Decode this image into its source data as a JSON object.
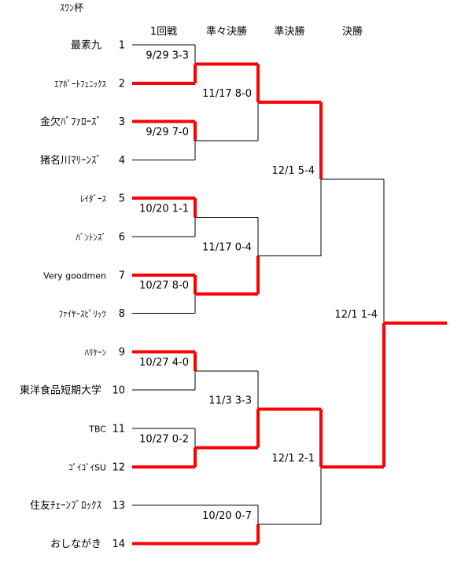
{
  "title": "ｽﾜﾝ杯",
  "round_headers": [
    "1回戦",
    "準々決勝",
    "準決勝",
    "決勝"
  ],
  "teams": [
    {
      "seed": "1",
      "name": "最素九"
    },
    {
      "seed": "2",
      "name": "ｴｱﾎﾟｰﾄﾌｪﾆｯｸｽ"
    },
    {
      "seed": "3",
      "name": "金欠ﾊﾞﾌｧﾛｰｽﾞ"
    },
    {
      "seed": "4",
      "name": "猪名川ﾏﾘｰﾝｽﾞ"
    },
    {
      "seed": "5",
      "name": "ﾚｲﾀﾞｰｽ"
    },
    {
      "seed": "6",
      "name": "ﾊﾞﾝﾄﾝｽﾞ"
    },
    {
      "seed": "7",
      "name": "Very goodmen"
    },
    {
      "seed": "8",
      "name": "ﾌｧｲﾔｰｽﾋﾟﾘｯﾂ"
    },
    {
      "seed": "9",
      "name": "ﾊﾘｹｰﾝ"
    },
    {
      "seed": "10",
      "name": "東洋食品短期大学"
    },
    {
      "seed": "11",
      "name": "TBC"
    },
    {
      "seed": "12",
      "name": "ｺﾞｲｺﾞｲSU"
    },
    {
      "seed": "13",
      "name": "住友ﾁｪｰﾝﾌﾞﾛｯｸｽ"
    },
    {
      "seed": "14",
      "name": "おしながき"
    }
  ],
  "matches": [
    {
      "id": "r1-1",
      "round": 1,
      "slots": [
        0,
        1
      ],
      "date": "9/29",
      "score": "3-3",
      "winner": 1
    },
    {
      "id": "r1-2",
      "round": 1,
      "slots": [
        2,
        3
      ],
      "date": "9/29",
      "score": "7-0",
      "winner": 0
    },
    {
      "id": "r1-3",
      "round": 1,
      "slots": [
        4,
        5
      ],
      "date": "10/20",
      "score": "1-1",
      "winner": 0
    },
    {
      "id": "r1-4",
      "round": 1,
      "slots": [
        6,
        7
      ],
      "date": "10/27",
      "score": "8-0",
      "winner": 0
    },
    {
      "id": "r1-5",
      "round": 1,
      "slots": [
        8,
        9
      ],
      "date": "10/27",
      "score": "4-0",
      "winner": 0
    },
    {
      "id": "r1-6",
      "round": 1,
      "slots": [
        10,
        11
      ],
      "date": "10/27",
      "score": "0-2",
      "winner": 1
    },
    {
      "id": "qf-1",
      "round": 2,
      "children": [
        "r1-1",
        "r1-2"
      ],
      "date": "11/17",
      "score": "8-0",
      "winner": 0
    },
    {
      "id": "qf-2",
      "round": 2,
      "children": [
        "r1-3",
        "r1-4"
      ],
      "date": "11/17",
      "score": "0-4",
      "winner": 1
    },
    {
      "id": "qf-3",
      "round": 2,
      "children": [
        "r1-5",
        "r1-6"
      ],
      "date": "11/3",
      "score": "3-3",
      "winner": 1
    },
    {
      "id": "qf-4",
      "round": 2,
      "slots": [
        12,
        13
      ],
      "date": "10/20",
      "score": "0-7",
      "winner": 1
    },
    {
      "id": "sf-1",
      "round": 3,
      "children": [
        "qf-1",
        "qf-2"
      ],
      "date": "12/1",
      "score": "5-4",
      "winner": 0
    },
    {
      "id": "sf-2",
      "round": 3,
      "children": [
        "qf-3",
        "qf-4"
      ],
      "date": "12/1",
      "score": "2-1",
      "winner": 0
    },
    {
      "id": "final",
      "round": 4,
      "children": [
        "sf-1",
        "sf-2"
      ],
      "date": "12/1",
      "score": "1-4",
      "winner": 1
    }
  ],
  "colors": {
    "winner_line": "#ff0000",
    "loser_line": "#000000",
    "text": "#000000"
  }
}
